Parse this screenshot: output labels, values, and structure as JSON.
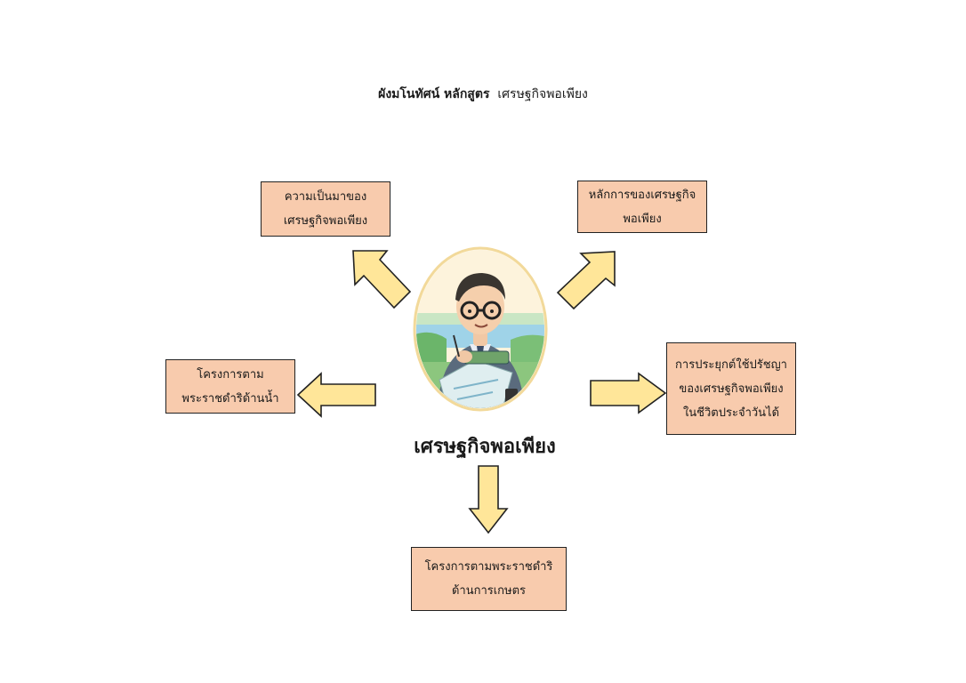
{
  "title": {
    "prefix": "ผังมโนทัศน์ หลักสูตร",
    "topic": "เศรษฐกิจพอเพียง"
  },
  "center": {
    "label": "เศรษฐกิจพอเพียง",
    "image": "king-portrait-illustration"
  },
  "nodes": {
    "top_left": [
      "ความเป็นมาของ",
      "เศรษฐกิจพอเพียง"
    ],
    "top_right": [
      "หลักการของเศรษฐกิจ",
      "พอเพียง"
    ],
    "left": [
      "โครงการตาม",
      "พระราชดำริด้านน้ำ"
    ],
    "right": [
      "การประยุกต์ใช้ปรัชญา",
      "ของเศรษฐกิจพอเพียง",
      "ในชีวิตประจำวันได้"
    ],
    "bottom": [
      "โครงการตามพระราชดำริ",
      "ด้านการเกษตร"
    ]
  },
  "colors": {
    "box_fill": "#f8cbad",
    "arrow_fill": "#ffe699",
    "outline": "#222222"
  }
}
